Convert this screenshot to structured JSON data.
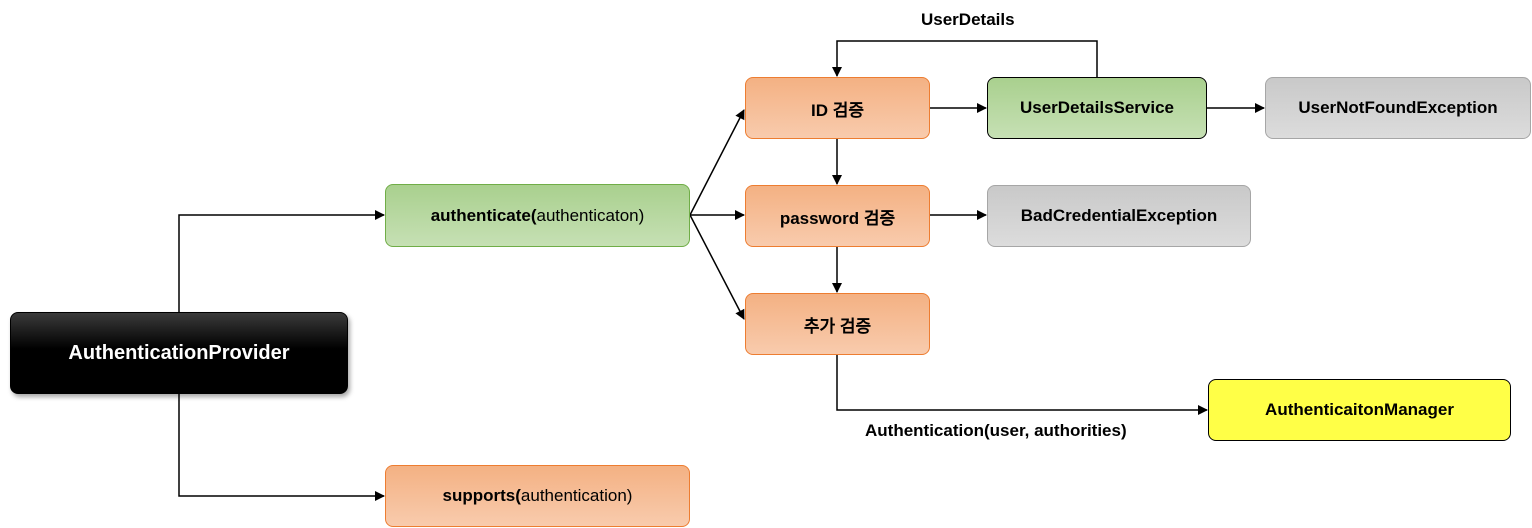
{
  "nodes": {
    "provider": "AuthenticationProvider",
    "authenticate_bold": "authenticate(",
    "authenticate_arg": "authenticaton)",
    "supports_bold": "supports(",
    "supports_arg": "authentication)",
    "id_check": "ID 검증",
    "password_check": "password 검증",
    "extra_check": "추가 검증",
    "user_details_service": "UserDetailsService",
    "user_not_found": "UserNotFoundException",
    "bad_credential": "BadCredentialException",
    "manager": "AuthenticaitonManager"
  },
  "edge_labels": {
    "user_details": "UserDetails",
    "authentication_result": "Authentication(user, authorities)"
  },
  "colors": {
    "green_fill": "#a9d08e",
    "orange_fill": "#f4b183",
    "gray_fill": "#c9c9c9",
    "yellow_fill": "#ffff47",
    "black_fill": "#000000"
  }
}
